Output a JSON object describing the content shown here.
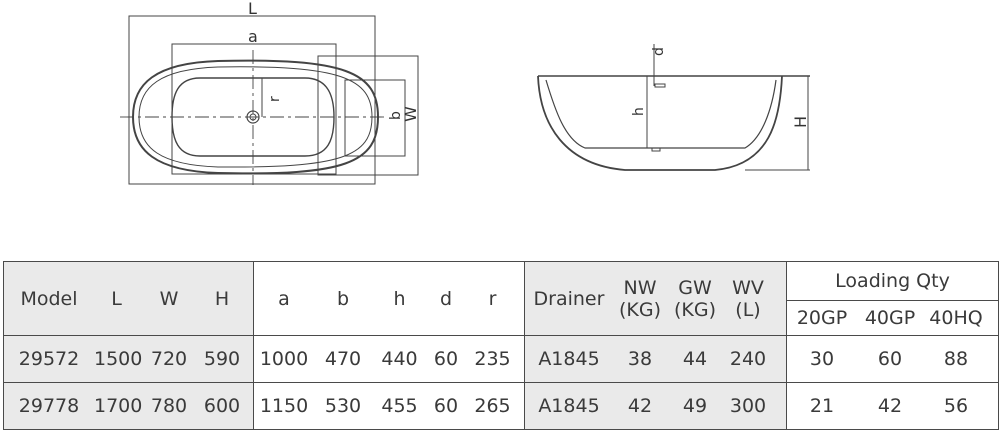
{
  "diagram": {
    "top_view_labels": {
      "L": "L",
      "a": "a",
      "r": "r",
      "b": "b",
      "W": "W"
    },
    "side_view_labels": {
      "d": "d",
      "h": "h",
      "H": "H"
    }
  },
  "table": {
    "headers": {
      "model": "Model",
      "L": "L",
      "W": "W",
      "H": "H",
      "a": "a",
      "b": "b",
      "h": "h",
      "d": "d",
      "r": "r",
      "drainer": "Drainer",
      "nw_1": "NW",
      "nw_2": "(KG)",
      "gw_1": "GW",
      "gw_2": "(KG)",
      "wv_1": "WV",
      "wv_2": "(L)",
      "loading_qty": "Loading Qty",
      "gp20": "20GP",
      "gp40": "40GP",
      "hq40": "40HQ"
    },
    "rows": [
      {
        "model": "29572",
        "L": "1500",
        "W": "720",
        "H": "590",
        "a": "1000",
        "b": "470",
        "h": "440",
        "d": "60",
        "r": "235",
        "drainer": "A1845",
        "nw": "38",
        "gw": "44",
        "wv": "240",
        "gp20": "30",
        "gp40": "60",
        "hq40": "88"
      },
      {
        "model": "29778",
        "L": "1700",
        "W": "780",
        "H": "600",
        "a": "1150",
        "b": "530",
        "h": "455",
        "d": "60",
        "r": "265",
        "drainer": "A1845",
        "nw": "42",
        "gw": "49",
        "wv": "300",
        "gp20": "21",
        "gp40": "42",
        "hq40": "56"
      }
    ]
  }
}
